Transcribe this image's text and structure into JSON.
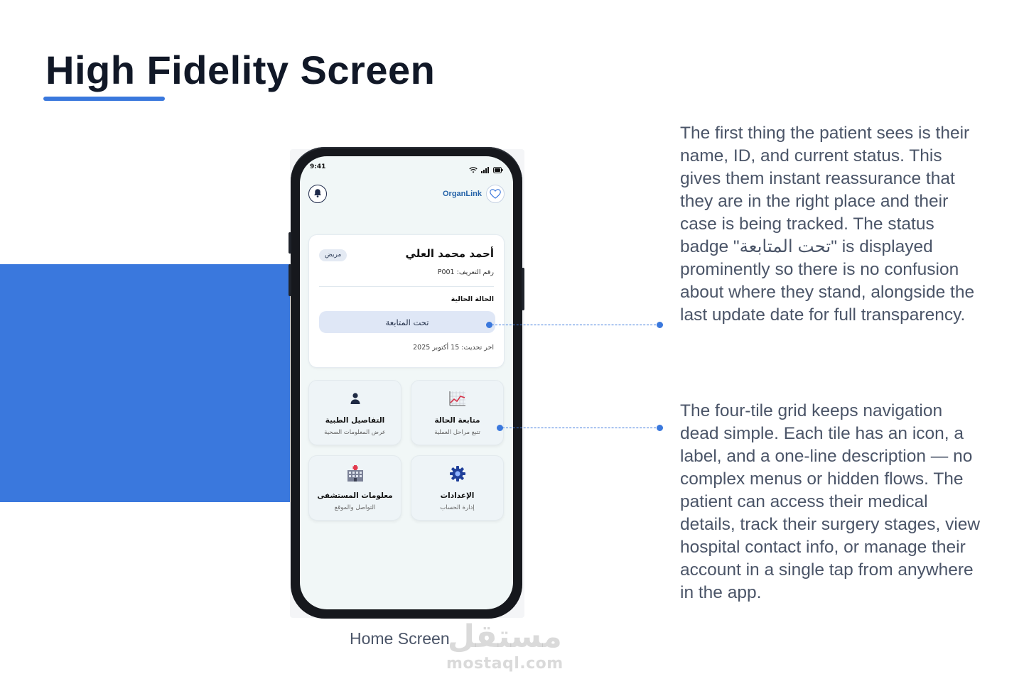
{
  "page": {
    "title": "High Fidelity Screen",
    "caption": "Home Screen",
    "accent_color": "#3a78dd"
  },
  "phone": {
    "status_bar": {
      "time": "9:41",
      "icons": [
        "wifi-icon",
        "signal-icon",
        "battery-icon"
      ]
    },
    "header": {
      "brand": "OrganLink",
      "brand_icon": "heart-icon",
      "notification_icon": "bell-icon"
    },
    "patient_card": {
      "name": "أحمد محمد العلي",
      "role_badge": "مريض",
      "patient_id": "رقم التعريف: P001",
      "status_label": "الحالة الحالية",
      "status_value": "تحت المتابعة",
      "last_update": "اخر تحديث: 15 أكتوبر 2025"
    },
    "tiles": [
      {
        "title": "التفاصيل الطبية",
        "desc": "عرض المعلومات الصحية",
        "icon": "person-icon"
      },
      {
        "title": "متابعة الحالة",
        "desc": "تتبع مراحل العملية",
        "icon": "chart-icon"
      },
      {
        "title": "معلومات المستشفى",
        "desc": "التواصل والموقع",
        "icon": "hospital-icon"
      },
      {
        "title": "الإعدادات",
        "desc": "إدارة الحساب",
        "icon": "gear-icon"
      }
    ]
  },
  "annotations": [
    "The first thing the patient sees is their name, ID, and current status. This gives them instant reassurance that they are in the right place and their case is being tracked. The status badge \"تحت المتابعة\" is displayed prominently so there is no confusion about where they stand, alongside the last update date for full transparency.",
    "The four-tile grid keeps navigation dead simple. Each tile has an icon, a label, and a one-line description — no complex menus or hidden flows. The patient can access their medical details, track their surgery stages, view hospital contact info, or manage their account in a single tap from anywhere in the app."
  ],
  "watermark": {
    "arabic": "مستقل",
    "latin": "mostaql.com"
  }
}
